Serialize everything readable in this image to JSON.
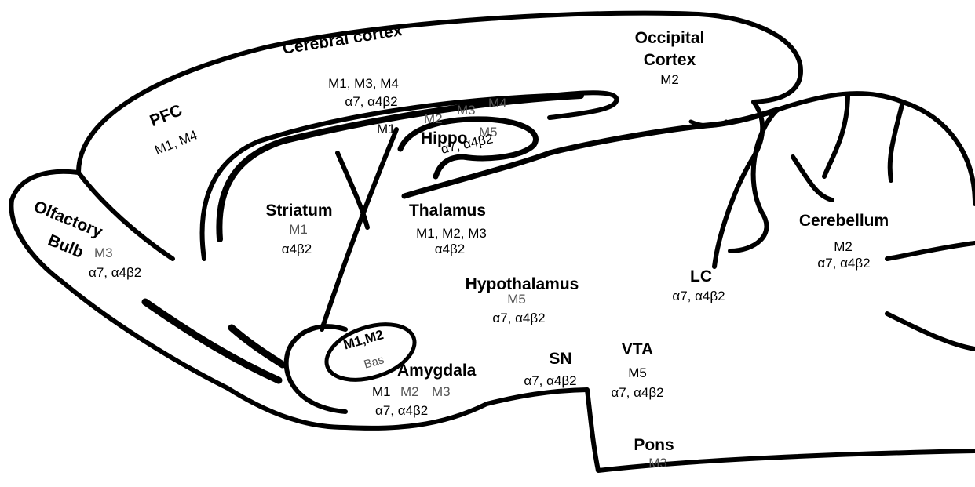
{
  "regions": {
    "cerebral_cortex": {
      "name": "Cerebral cortex",
      "receptors_1": "M1, M3, M4",
      "receptors_2": "α7, α4β2"
    },
    "occipital_cortex": {
      "name_line1": "Occipital",
      "name_line2": "Cortex",
      "receptors": "M2"
    },
    "pfc": {
      "name": "PFC",
      "receptors": "M1, M4"
    },
    "hippo": {
      "name": "Hippo",
      "m1": "M1",
      "m2": "M2",
      "m3": "M3",
      "m4": "M4",
      "m5": "M5",
      "nicotinic": "α7, α4β2"
    },
    "olfactory_bulb": {
      "name_line1": "Olfactory",
      "name_line2": "Bulb",
      "m3": "M3",
      "nicotinic": "α7, α4β2"
    },
    "striatum": {
      "name": "Striatum",
      "m1": "M1",
      "nicotinic": "α4β2"
    },
    "thalamus": {
      "name": "Thalamus",
      "muscarinic": "M1, M2, M3",
      "nicotinic": "α4β2"
    },
    "hypothalamus": {
      "name": "Hypothalamus",
      "m5": "M5",
      "nicotinic": "α7, α4β2"
    },
    "basal": {
      "muscarinic": "M1,M2",
      "name": "Bas"
    },
    "amygdala": {
      "name": "Amygdala",
      "m1": "M1",
      "m2": "M2",
      "m3": "M3",
      "nicotinic": "α7, α4β2"
    },
    "sn": {
      "name": "SN",
      "nicotinic": "α7, α4β2"
    },
    "vta": {
      "name": "VTA",
      "m5": "M5",
      "nicotinic": "α7, α4β2"
    },
    "lc": {
      "name": "LC",
      "nicotinic": "α7, α4β2"
    },
    "cerebellum": {
      "name": "Cerebellum",
      "m2": "M2",
      "nicotinic": "α7, α4β2"
    },
    "pons": {
      "name": "Pons",
      "m3": "M3"
    }
  },
  "colors": {
    "outline": "#000000",
    "primary_text": "#000000",
    "secondary_text": "#555555",
    "background": "#ffffff"
  }
}
